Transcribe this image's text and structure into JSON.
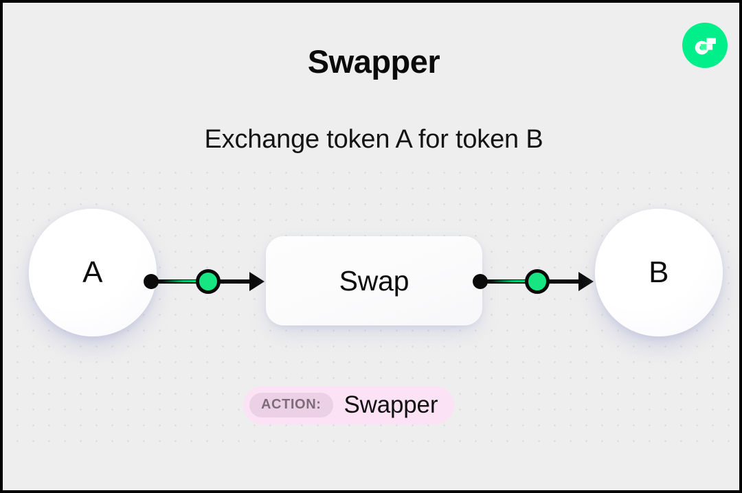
{
  "header": {
    "title": "Swapper",
    "subtitle": "Exchange token A for token B",
    "logo_icon": "flow-logo-icon",
    "logo_color": "#00ef8b"
  },
  "diagram": {
    "nodes": [
      {
        "id": "token-a",
        "label": "A",
        "shape": "circle"
      },
      {
        "id": "swap",
        "label": "Swap",
        "shape": "rounded-rect"
      },
      {
        "id": "token-b",
        "label": "B",
        "shape": "circle"
      }
    ],
    "connectors": [
      {
        "id": "connector-left",
        "from": "token-a",
        "to": "swap",
        "hub_color": "#16e581",
        "line_color": "#0a0a0a"
      },
      {
        "id": "connector-right",
        "from": "swap",
        "to": "token-b",
        "hub_color": "#16e581",
        "line_color": "#0a0a0a"
      }
    ]
  },
  "action_badge": {
    "tag_label": "ACTION:",
    "value": "Swapper",
    "background_color": "#fbe2f4",
    "tag_background_color": "#ecd0e6",
    "tag_text_color": "#7c6d78"
  },
  "canvas": {
    "background_color": "#eeeeee",
    "dot_color": "#dcdcde"
  }
}
